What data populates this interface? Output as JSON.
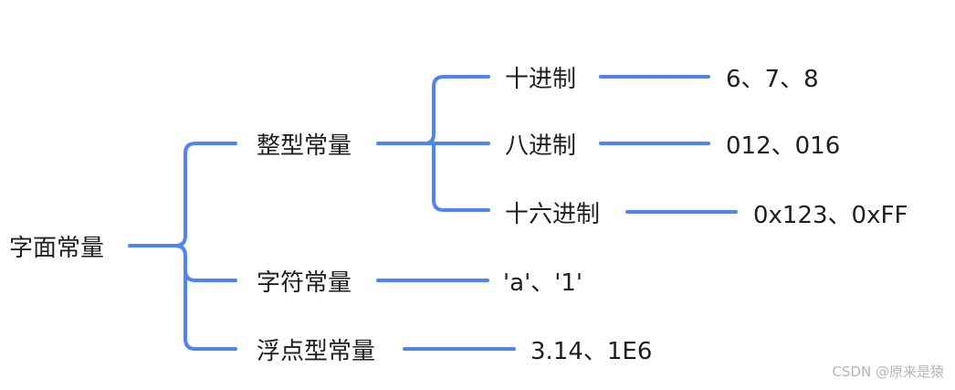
{
  "root": {
    "label": "字面常量"
  },
  "integer": {
    "label": "整型常量",
    "decimal": {
      "label": "十进制",
      "example": "6、7、8"
    },
    "octal": {
      "label": "八进制",
      "example": "012、016"
    },
    "hex": {
      "label": "十六进制",
      "example": "0x123、0xFF"
    }
  },
  "char": {
    "label": "字符常量",
    "example": "'a'、'1'"
  },
  "float": {
    "label": "浮点型常量",
    "example": "3.14、1E6"
  },
  "watermark": {
    "text": "CSDN @原来是猿"
  },
  "colors": {
    "connector": "#4e86f0",
    "text": "#1f1f1f",
    "watermark": "#b5b5b5"
  }
}
